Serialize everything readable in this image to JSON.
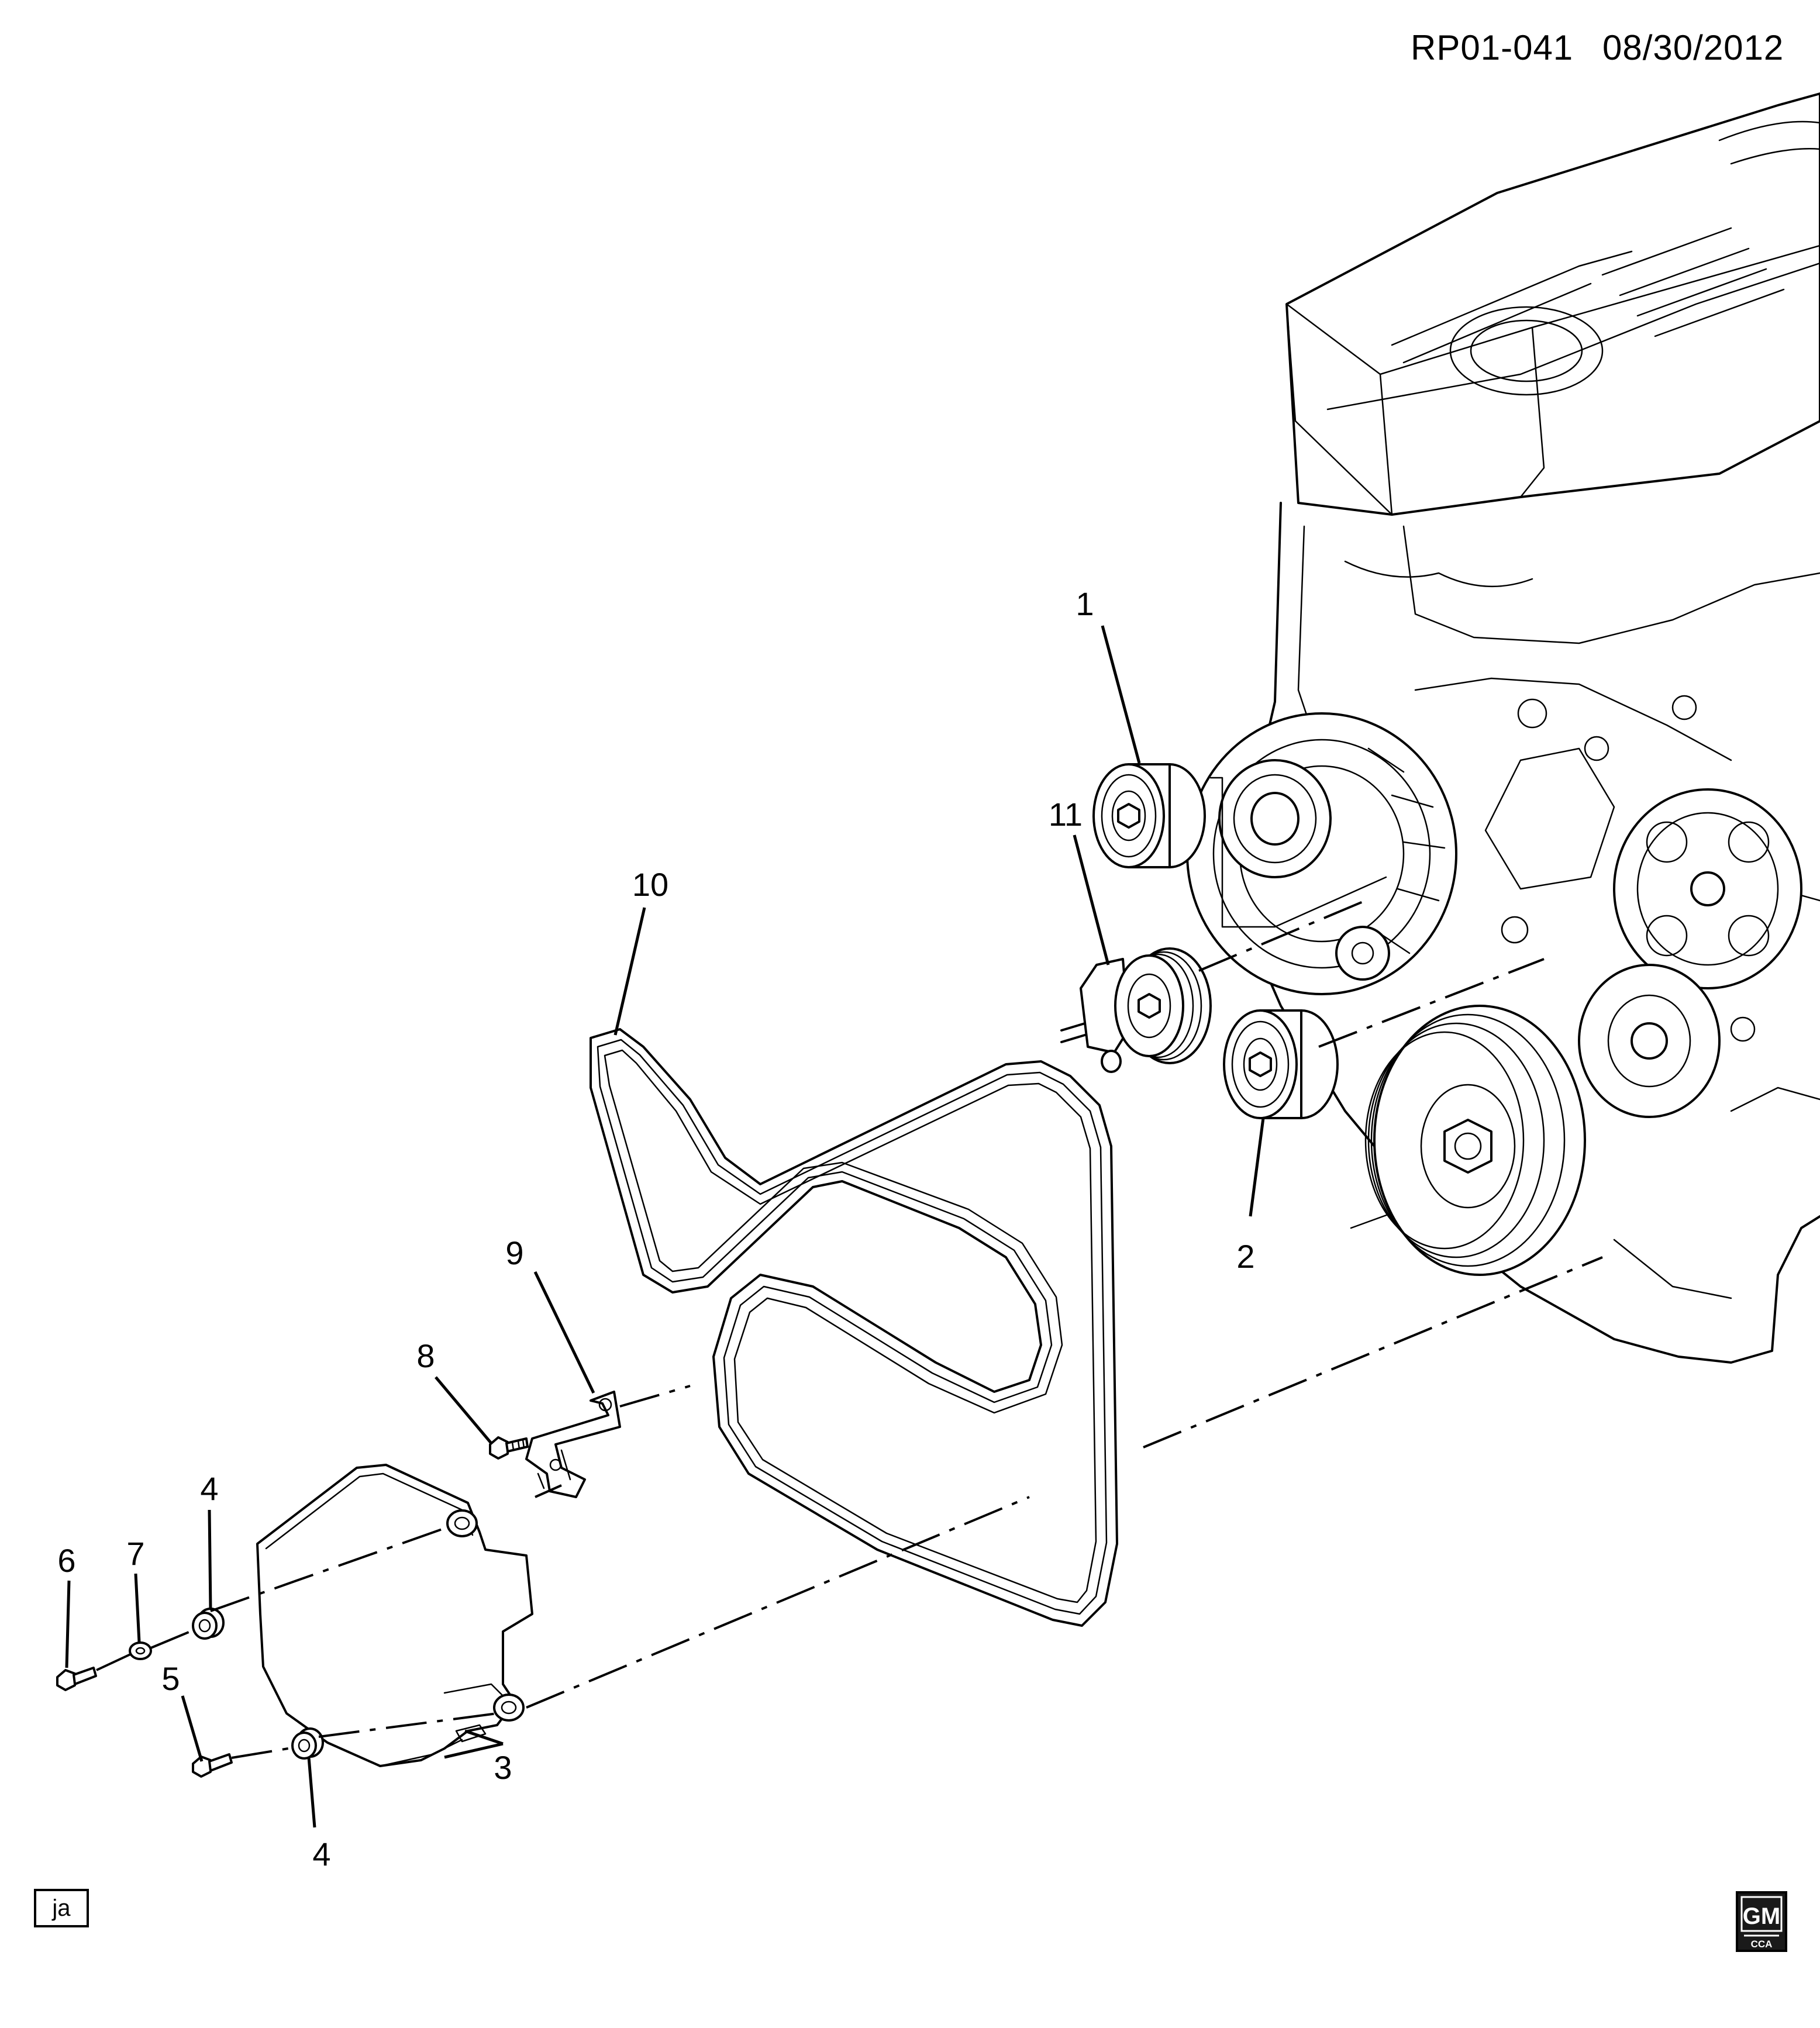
{
  "header": {
    "reference": "RP01-041",
    "date": "08/30/2012"
  },
  "callouts": {
    "c1": "1",
    "c2": "2",
    "c3": "3",
    "c4a": "4",
    "c4b": "4",
    "c5": "5",
    "c6": "6",
    "c7": "7",
    "c8": "8",
    "c9": "9",
    "c10": "10",
    "c11": "11"
  },
  "footer": {
    "initials": "ja",
    "logo_main": "GM",
    "logo_sub": "CCA"
  }
}
